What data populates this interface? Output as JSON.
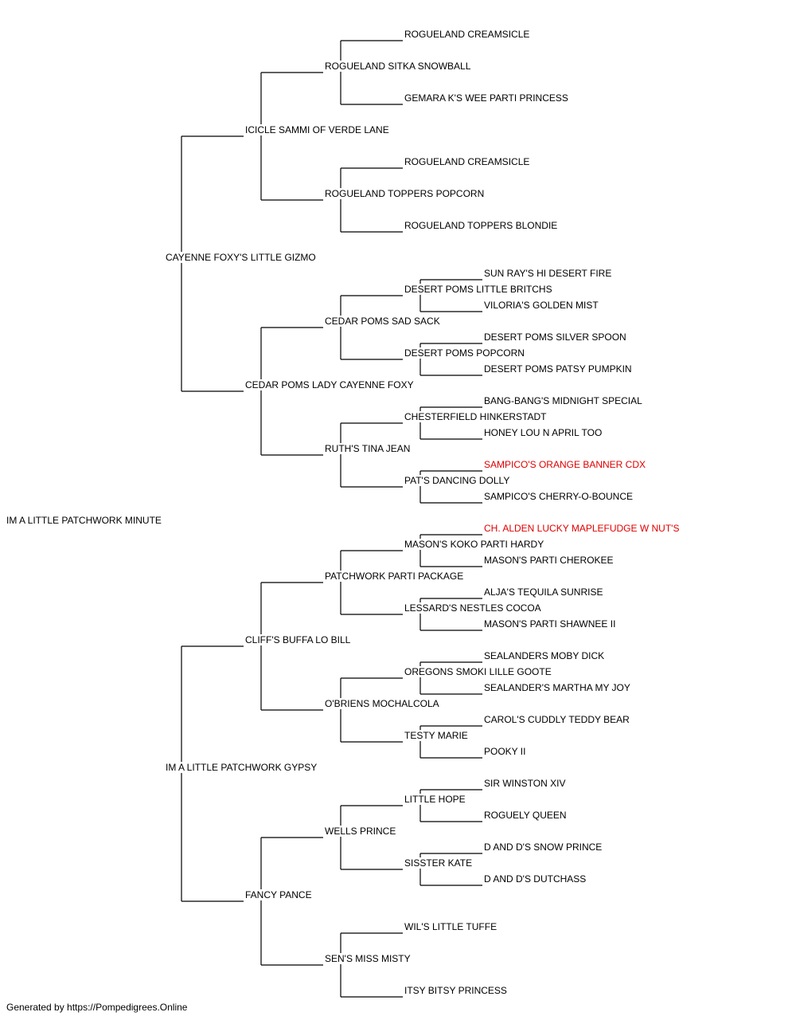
{
  "colors": {
    "default": "#000000",
    "highlight": "#e00000",
    "line": "#000000"
  },
  "pedigree": {
    "name": "IM A LITTLE PATCHWORK MINUTE",
    "sire": {
      "name": "CAYENNE FOXY'S LITTLE GIZMO",
      "sire": {
        "name": "ICICLE SAMMI OF VERDE LANE",
        "sire": {
          "name": "ROGUELAND SITKA SNOWBALL",
          "sire": {
            "name": "ROGUELAND CREAMSICLE"
          },
          "dam": {
            "name": "GEMARA K'S WEE PARTI PRINCESS"
          }
        },
        "dam": {
          "name": "ROGUELAND TOPPERS POPCORN",
          "sire": {
            "name": "ROGUELAND CREAMSICLE"
          },
          "dam": {
            "name": "ROGUELAND TOPPERS BLONDIE"
          }
        }
      },
      "dam": {
        "name": "CEDAR POMS LADY CAYENNE FOXY",
        "sire": {
          "name": "CEDAR POMS SAD SACK",
          "sire": {
            "name": "DESERT POMS LITTLE BRITCHS",
            "sire": {
              "name": "SUN RAY'S HI DESERT FIRE"
            },
            "dam": {
              "name": "VILORIA'S GOLDEN MIST"
            }
          },
          "dam": {
            "name": "DESERT POMS POPCORN",
            "sire": {
              "name": "DESERT POMS SILVER SPOON"
            },
            "dam": {
              "name": "DESERT POMS PATSY PUMPKIN"
            }
          }
        },
        "dam": {
          "name": "RUTH'S TINA JEAN",
          "sire": {
            "name": "CHESTERFIELD HINKERSTADT",
            "sire": {
              "name": "BANG-BANG'S MIDNIGHT SPECIAL"
            },
            "dam": {
              "name": "HONEY LOU N APRIL TOO"
            }
          },
          "dam": {
            "name": "PAT'S DANCING DOLLY",
            "sire": {
              "name": "SAMPICO'S ORANGE BANNER CDX",
              "highlight": true
            },
            "dam": {
              "name": "SAMPICO'S CHERRY-O-BOUNCE"
            }
          }
        }
      }
    },
    "dam": {
      "name": "IM A LITTLE PATCHWORK GYPSY",
      "sire": {
        "name": "CLIFF'S BUFFA LO BILL",
        "sire": {
          "name": "PATCHWORK PARTI PACKAGE",
          "sire": {
            "name": "MASON'S KOKO PARTI HARDY",
            "sire": {
              "name": "CH. ALDEN LUCKY MAPLEFUDGE W NUT'S",
              "highlight": true
            },
            "dam": {
              "name": "MASON'S PARTI CHEROKEE"
            }
          },
          "dam": {
            "name": "LESSARD'S NESTLES COCOA",
            "sire": {
              "name": "ALJA'S TEQUILA SUNRISE"
            },
            "dam": {
              "name": "MASON'S PARTI SHAWNEE II"
            }
          }
        },
        "dam": {
          "name": "O'BRIENS MOCHALCOLA",
          "sire": {
            "name": "OREGONS SMOKI LILLE GOOTE",
            "sire": {
              "name": "SEALANDERS MOBY DICK"
            },
            "dam": {
              "name": "SEALANDER'S MARTHA MY JOY"
            }
          },
          "dam": {
            "name": "TESTY MARIE",
            "sire": {
              "name": "CAROL'S CUDDLY TEDDY BEAR"
            },
            "dam": {
              "name": "POOKY II"
            }
          }
        }
      },
      "dam": {
        "name": "FANCY PANCE",
        "sire": {
          "name": "WELLS PRINCE",
          "sire": {
            "name": "LITTLE HOPE",
            "sire": {
              "name": "SIR WINSTON XIV"
            },
            "dam": {
              "name": "ROGUELY QUEEN"
            }
          },
          "dam": {
            "name": "SISSTER KATE",
            "sire": {
              "name": "D AND D'S SNOW PRINCE"
            },
            "dam": {
              "name": "D AND D'S DUTCHASS"
            }
          }
        },
        "dam": {
          "name": "SEN'S MISS MISTY",
          "sire": {
            "name": "WIL'S LITTLE TUFFE"
          },
          "dam": {
            "name": "ITSY BITSY PRINCESS"
          }
        }
      }
    }
  },
  "footer": "Generated by https://Pompedigrees.Online"
}
